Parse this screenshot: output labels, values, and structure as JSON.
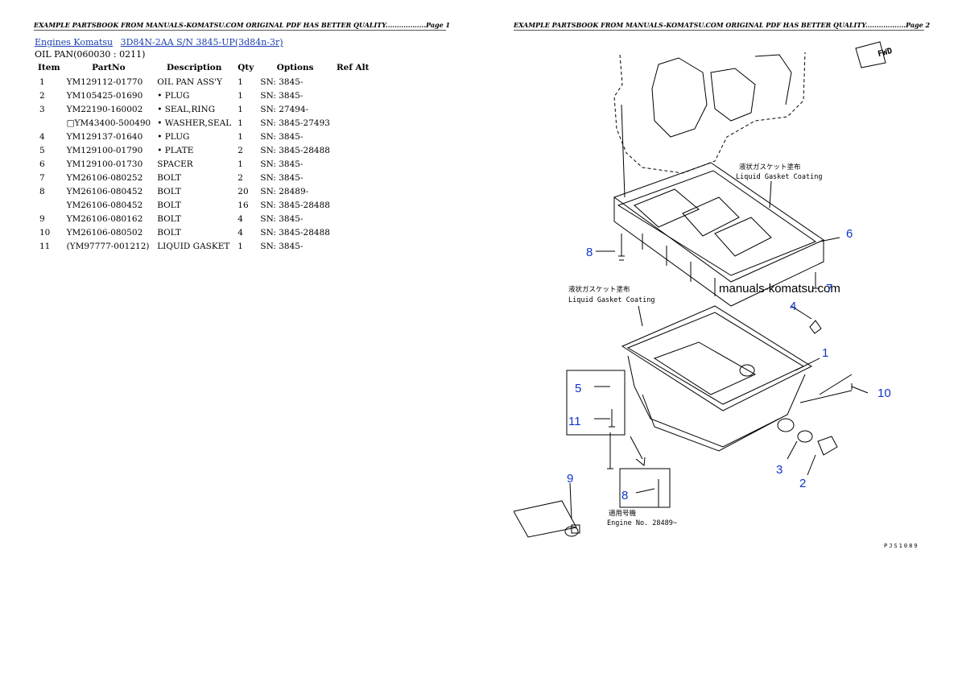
{
  "headers": {
    "left": "EXAMPLE PARTSBOOK FROM MANUALS-KOMATSU.COM ORIGINAL PDF HAS BETTER QUALITY..................Page 1",
    "right": "EXAMPLE PARTSBOOK FROM MANUALS-KOMATSU.COM ORIGINAL PDF HAS BETTER QUALITY..................Page 2"
  },
  "breadcrumb": {
    "link1": "Engines Komatsu",
    "link2": "3D84N-2AA S/N  3845-UP(3d84n-3r)"
  },
  "section_title": "OIL PAN(060030 : 0211)",
  "table": {
    "columns": [
      "Item",
      "PartNo",
      "Description",
      "Qty",
      "Options",
      "Ref Alt"
    ],
    "rows": [
      {
        "item": "1",
        "partno": "YM129112-01770",
        "desc": "OIL PAN ASS'Y",
        "qty": "1",
        "options": "SN: 3845-",
        "ref": ""
      },
      {
        "item": "2",
        "partno": "YM105425-01690",
        "desc": "• PLUG",
        "qty": "1",
        "options": "SN: 3845-",
        "ref": ""
      },
      {
        "item": "3",
        "partno": "YM22190-160002",
        "desc": "• SEAL,RING",
        "qty": "1",
        "options": "SN: 27494-",
        "ref": ""
      },
      {
        "item": "",
        "partno": "□YM43400-500490",
        "desc": "• WASHER,SEAL",
        "qty": "1",
        "options": "SN: 3845-27493",
        "ref": ""
      },
      {
        "item": "4",
        "partno": "YM129137-01640",
        "desc": "• PLUG",
        "qty": "1",
        "options": "SN: 3845-",
        "ref": ""
      },
      {
        "item": "5",
        "partno": "YM129100-01790",
        "desc": "• PLATE",
        "qty": "2",
        "options": "SN: 3845-28488",
        "ref": ""
      },
      {
        "item": "6",
        "partno": "YM129100-01730",
        "desc": "SPACER",
        "qty": "1",
        "options": "SN: 3845-",
        "ref": ""
      },
      {
        "item": "7",
        "partno": "YM26106-080252",
        "desc": "BOLT",
        "qty": "2",
        "options": "SN: 3845-",
        "ref": ""
      },
      {
        "item": "8",
        "partno": "YM26106-080452",
        "desc": "BOLT",
        "qty": "20",
        "options": "SN: 28489-",
        "ref": ""
      },
      {
        "item": "",
        "partno": "YM26106-080452",
        "desc": "BOLT",
        "qty": "16",
        "options": "SN: 3845-28488",
        "ref": ""
      },
      {
        "item": "9",
        "partno": "YM26106-080162",
        "desc": "BOLT",
        "qty": "4",
        "options": "SN: 3845-",
        "ref": ""
      },
      {
        "item": "10",
        "partno": "YM26106-080502",
        "desc": "BOLT",
        "qty": "4",
        "options": "SN: 3845-28488",
        "ref": ""
      },
      {
        "item": "11",
        "partno": "(YM97777-001212)",
        "desc": "LIQUID GASKET",
        "qty": "1",
        "options": "SN: 3845-",
        "ref": ""
      }
    ]
  },
  "diagram": {
    "fwd": "FWD",
    "gasket_jp": "液状ガスケット塗布",
    "gasket_en": "Liquid Gasket Coating",
    "engine_no_jp": "適用号機",
    "engine_no_en": "Engine No. 28489~",
    "watermark": "manuals-komatsu.com",
    "figure_code": "PJS1089",
    "callouts": [
      "1",
      "2",
      "3",
      "4",
      "5",
      "6",
      "7",
      "8",
      "8",
      "9",
      "10",
      "11"
    ]
  },
  "colors": {
    "link": "#1a3fb0",
    "callout": "#1133cc",
    "line": "#000000"
  }
}
